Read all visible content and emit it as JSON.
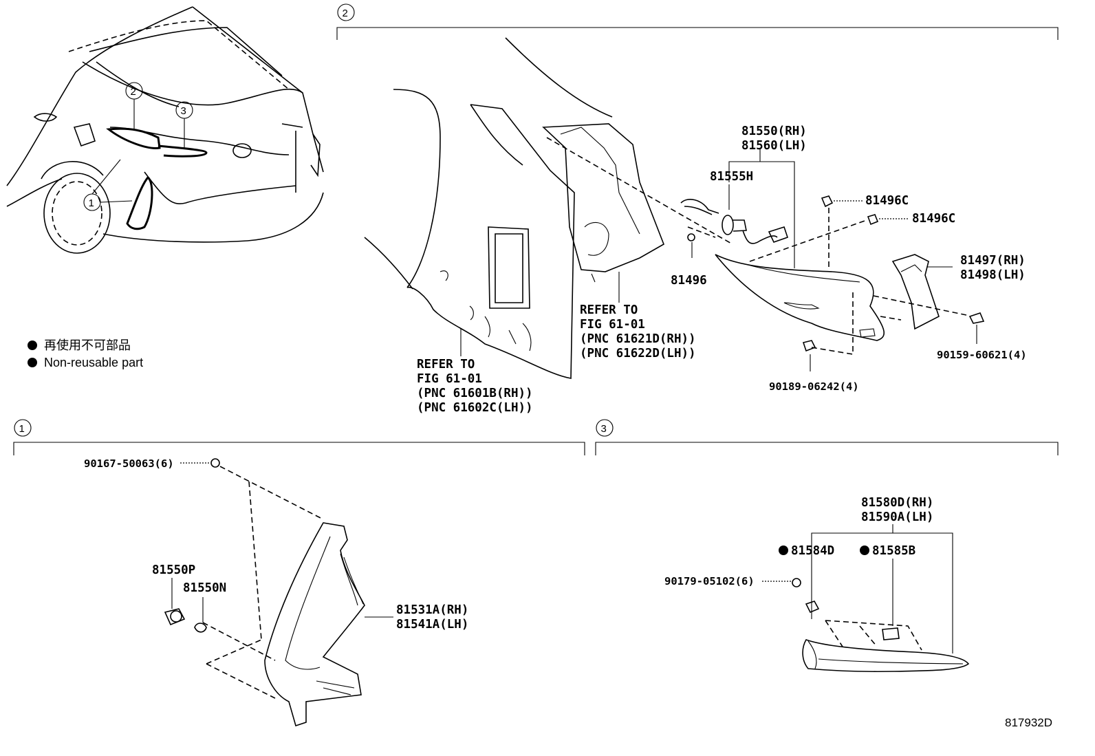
{
  "diagram": {
    "reference_id": "817932D",
    "legend": [
      "再使用不可部品",
      "Non-reusable part"
    ],
    "sections": [
      {
        "number": "1"
      },
      {
        "number": "2"
      },
      {
        "number": "3"
      }
    ],
    "overview_callouts": [
      "2",
      "3",
      "1"
    ],
    "section2": {
      "parts": {
        "lamp_rh": "81550(RH)",
        "lamp_lh": "81560(LH)",
        "socket": "81555H",
        "clip_a": "81496C",
        "clip_b": "81496C",
        "clip_c": "81496",
        "cover_rh": "81497(RH)",
        "cover_lh": "81498(LH)",
        "screw_a": "90159-60621(4)",
        "nut_a": "90189-06242(4)"
      },
      "refer_a": [
        "REFER TO",
        "FIG 61-01",
        "(PNC 61621D(RH))",
        "(PNC 61622D(LH))"
      ],
      "refer_b": [
        "REFER TO",
        "FIG 61-01",
        "(PNC 61601B(RH))",
        "(PNC 61602C(LH))"
      ]
    },
    "section1": {
      "parts": {
        "screw": "90167-50063(6)",
        "socket": "81550P",
        "bulb": "81550N",
        "lamp_rh": "81531A(RH)",
        "lamp_lh": "81541A(LH)"
      }
    },
    "section3": {
      "parts": {
        "lamp_rh": "81580D(RH)",
        "lamp_lh": "81590A(LH)",
        "part_a": "81584D",
        "part_b": "81585B",
        "screw": "90179-05102(6)"
      }
    }
  }
}
